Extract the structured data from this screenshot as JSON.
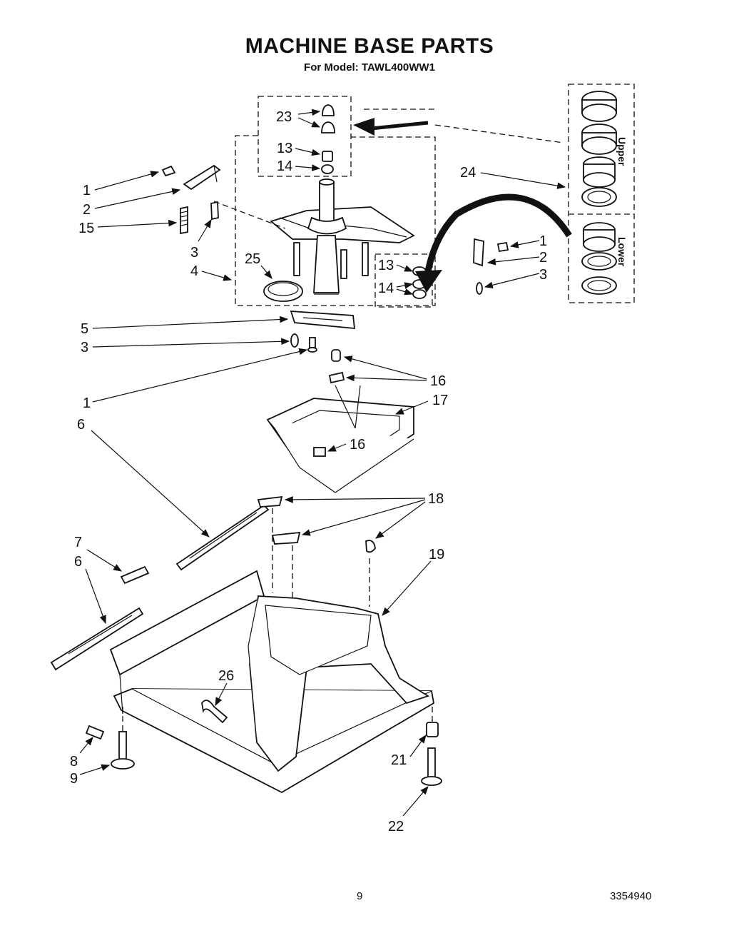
{
  "header": {
    "title": "MACHINE BASE PARTS",
    "subtitle": "For Model: TAWL400WW1"
  },
  "footer": {
    "page_number": "9",
    "document_number": "3354940"
  },
  "bearing_kit_labels": {
    "upper": "Upper",
    "lower": "Lower"
  },
  "callouts": {
    "c23": "23",
    "c13a": "13",
    "c14a": "14",
    "c24": "24",
    "c1a": "1",
    "c2a": "2",
    "c15": "15",
    "c3a": "3",
    "c4": "4",
    "c25": "25",
    "c13b": "13",
    "c14b": "14",
    "c1b": "1",
    "c2b": "2",
    "c3b": "3",
    "c5": "5",
    "c3c": "3",
    "c1c": "1",
    "c16a": "16",
    "c17": "17",
    "c6a": "6",
    "c16b": "16",
    "c18": "18",
    "c7": "7",
    "c6b": "6",
    "c19": "19",
    "c26": "26",
    "c8": "8",
    "c9": "9",
    "c21": "21",
    "c22": "22"
  }
}
